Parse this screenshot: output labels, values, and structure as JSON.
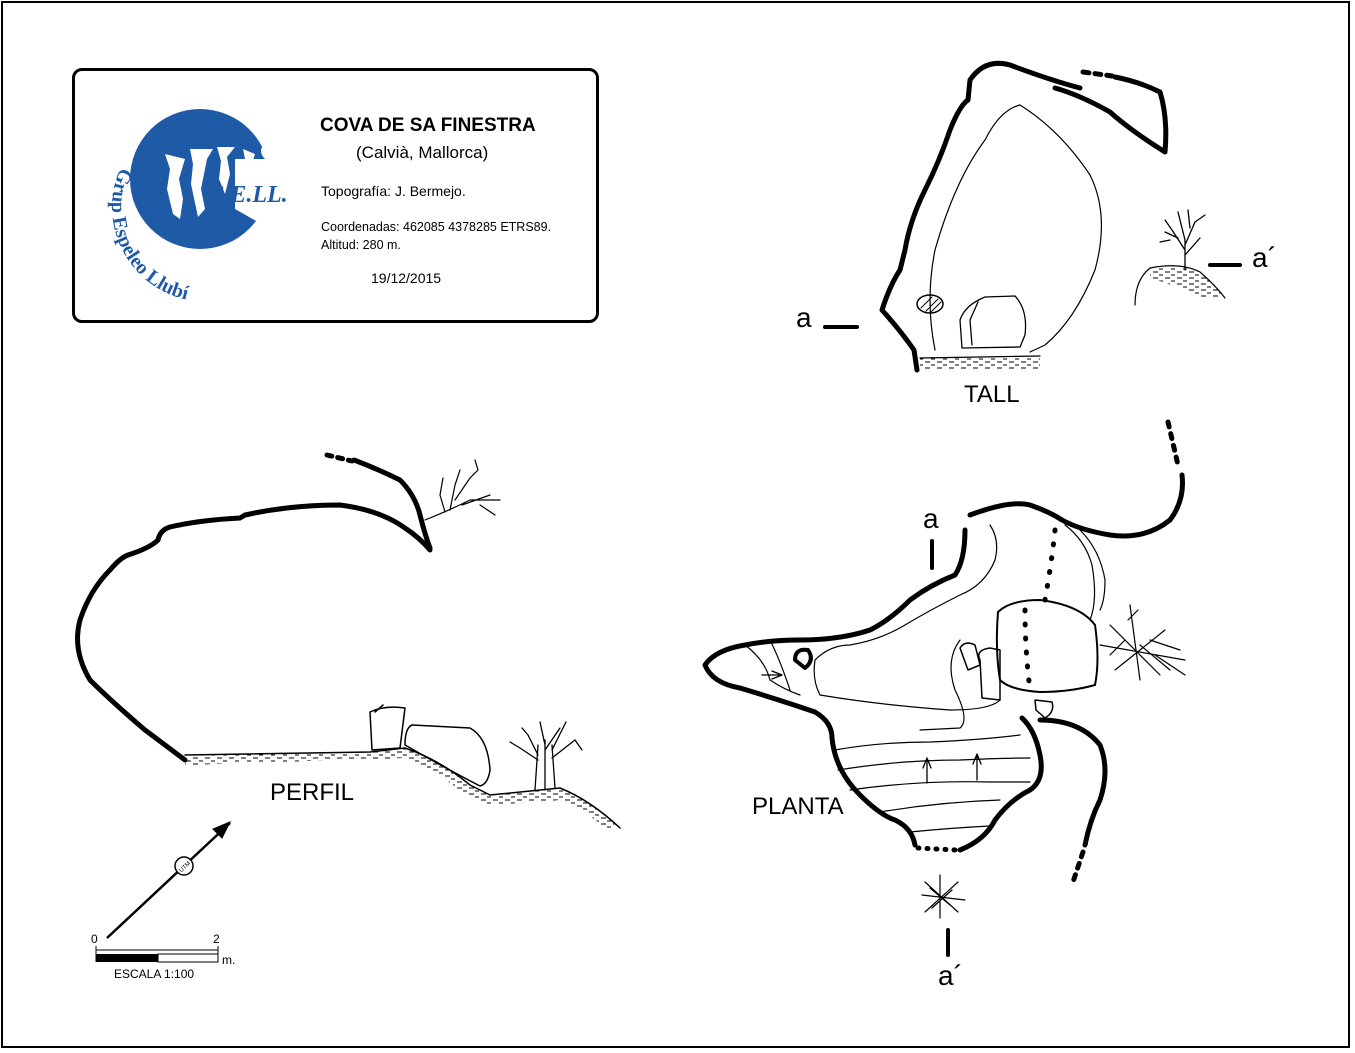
{
  "title_block": {
    "cave_name": "COVA DE SA FINESTRA",
    "location": "(Calvià, Mallorca)",
    "topography": "Topografía: J. Bermejo.",
    "coordinates": "Coordenadas:  462085 4378285 ETRS89.",
    "altitude": "Altitud: 280 m.",
    "date": "19/12/2015"
  },
  "logo": {
    "acronym": "G.E.LL.",
    "arc_text": "Grup Espeleo Llubí",
    "color": "#1f5aa6"
  },
  "views": {
    "section": "TALL",
    "profile": "PERFIL",
    "plan": "PLANTA"
  },
  "section_marks": {
    "a": "a",
    "a_prime": "a´"
  },
  "scale": {
    "start": "0",
    "end": "2",
    "unit": "m.",
    "label": "ESCALA 1:100"
  },
  "north_arrow": {
    "label": "UTM"
  },
  "colors": {
    "ink": "#000000",
    "logo_blue": "#1f5aa6"
  }
}
